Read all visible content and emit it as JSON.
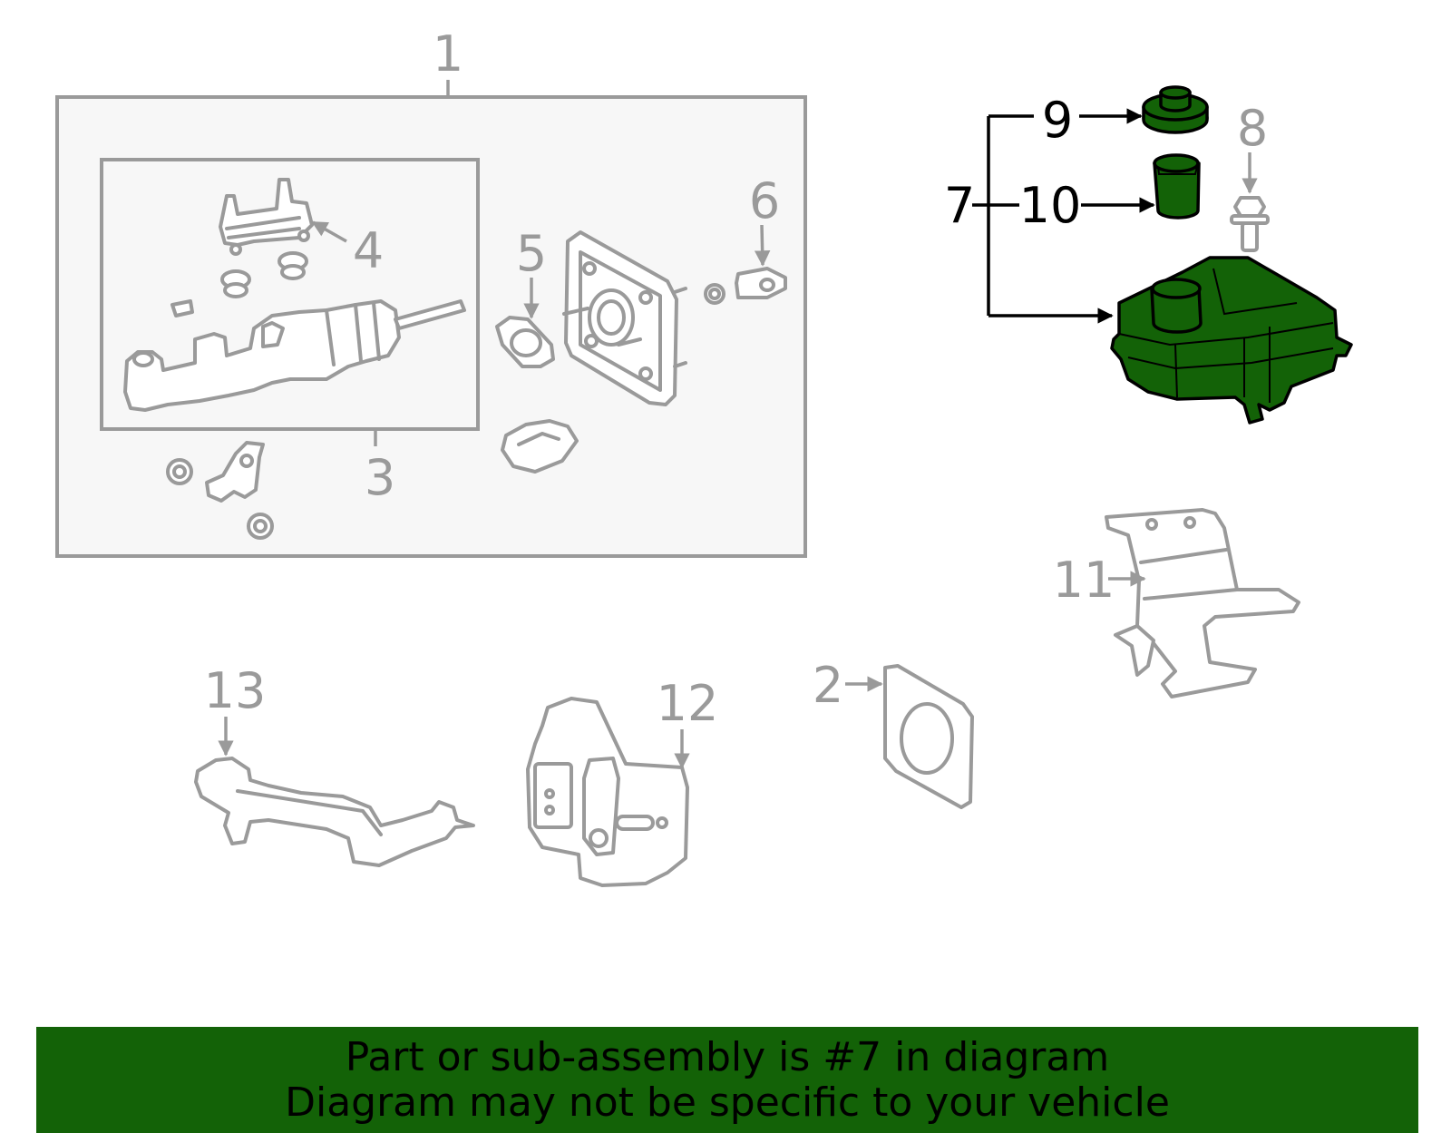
{
  "colors": {
    "highlight_green": "#136207",
    "part_gray": "#9a9a9a",
    "box_fill": "#f7f7f7",
    "banner_green": "#136207",
    "outline_black": "#000000"
  },
  "callouts": {
    "n1": "1",
    "n2": "2",
    "n3": "3",
    "n4": "4",
    "n5": "5",
    "n6": "6",
    "n7": "7",
    "n8": "8",
    "n9": "9",
    "n10": "10",
    "n11": "11",
    "n12": "12",
    "n13": "13"
  },
  "banner": {
    "line1": "Part or sub-assembly is #7 in diagram",
    "line2": "Diagram may not be specific to your vehicle"
  }
}
